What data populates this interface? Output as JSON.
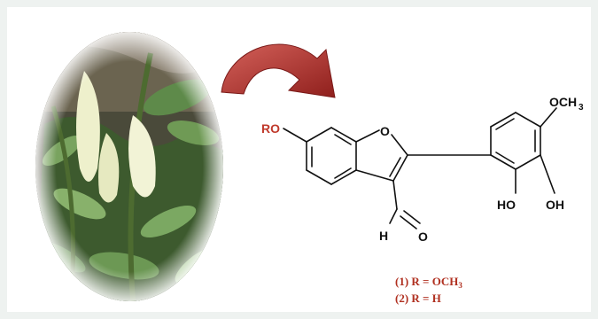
{
  "labels": {
    "ro": "RO",
    "ring_o": "O",
    "och3_main": "OCH",
    "och3_sub": "3",
    "oh_left": "HO",
    "oh_right": "OH",
    "cho_h": "H",
    "cho_o": "O"
  },
  "legend": {
    "line1_prefix": "(1) R = OCH",
    "line1_sub": "3",
    "line2": "(2) R = H"
  },
  "colors": {
    "arrow": "#b5312c",
    "legend_text": "#b03020",
    "substituent_r": "#c0392b",
    "bonds": "#111111"
  }
}
